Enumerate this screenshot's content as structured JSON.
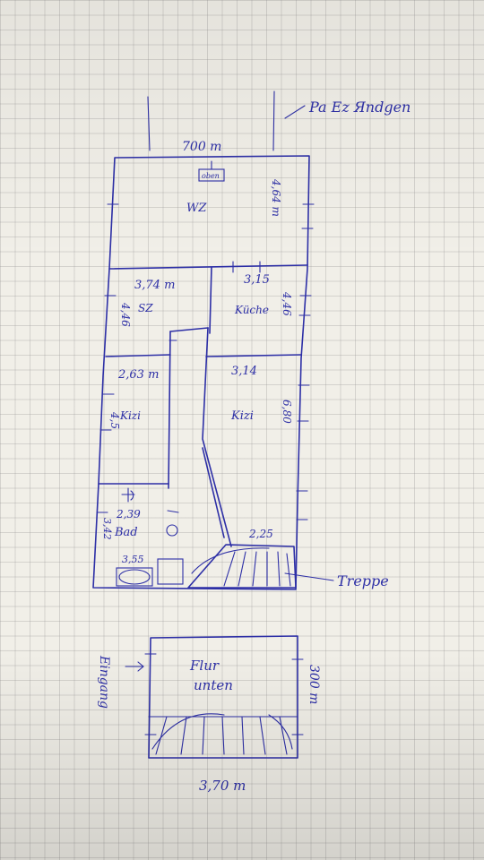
{
  "sketch": {
    "top_width": "700 m",
    "neighbor_note": "Pa Ez Яndgen",
    "oben_box": "oben",
    "wz_label": "WZ",
    "wz_depth": "4,64 m",
    "sz_width": "3,74 m",
    "sz_label": "SZ",
    "sz_depth": "4,46",
    "kueche_width": "3,15",
    "kueche_label": "Küche",
    "kueche_depth": "4,46",
    "kizi_left_width": "2,63 m",
    "kizi_left_label": "Kizi",
    "kizi_left_depth": "4,5",
    "kizi_right_width": "3,14",
    "kizi_right_label": "Kizi",
    "kizi_right_depth": "6,80",
    "bad_width": "2,39",
    "bad_label": "Bad",
    "bad_depth": "3,42",
    "bad_bottom": "3,55",
    "stair_width": "2,25",
    "stair_label": "Treppe",
    "flur_label_1": "Flur",
    "flur_label_2": "unten",
    "flur_depth": "300 m",
    "flur_width": "3,70 m",
    "entrance_label": "Eingang"
  }
}
